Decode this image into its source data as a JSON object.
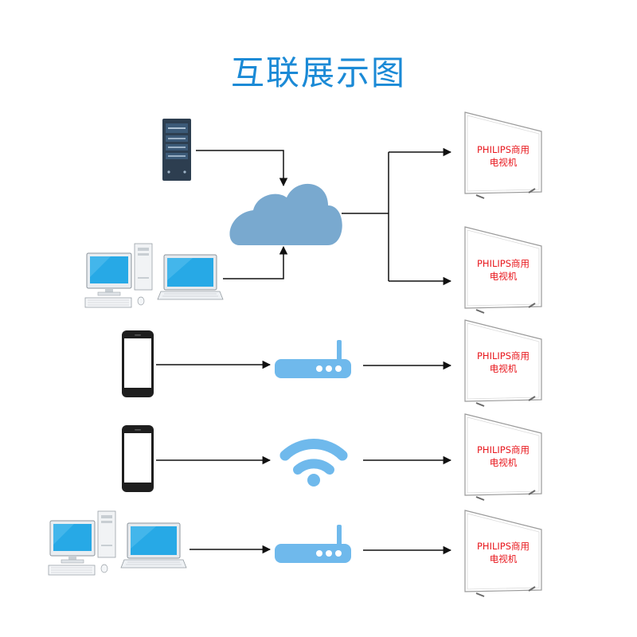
{
  "title": "互联展示图",
  "colors": {
    "title": "#1b8ad6",
    "cloud": "#79a9cf",
    "router": "#6fb9ec",
    "tv_text": "#e8171d",
    "arrow": "#111111"
  },
  "tvs": [
    {
      "line1": "PHILIPS商用",
      "line2": "电视机"
    },
    {
      "line1": "PHILIPS商用",
      "line2": "电视机"
    },
    {
      "line1": "PHILIPS商用",
      "line2": "电视机"
    },
    {
      "line1": "PHILIPS商用",
      "line2": "电视机"
    },
    {
      "line1": "PHILIPS商用",
      "line2": "电视机"
    }
  ],
  "rows": [
    {
      "sources": [
        "server-icon",
        "desktop-pc-icon",
        "laptop-icon"
      ],
      "hub": "cloud-icon",
      "targets": 2
    },
    {
      "sources": [
        "smartphone-icon"
      ],
      "hub": "router-icon",
      "targets": 1
    },
    {
      "sources": [
        "smartphone-icon"
      ],
      "hub": "wifi-icon",
      "targets": 1
    },
    {
      "sources": [
        "desktop-pc-icon",
        "laptop-icon"
      ],
      "hub": "router-icon",
      "targets": 1
    }
  ]
}
